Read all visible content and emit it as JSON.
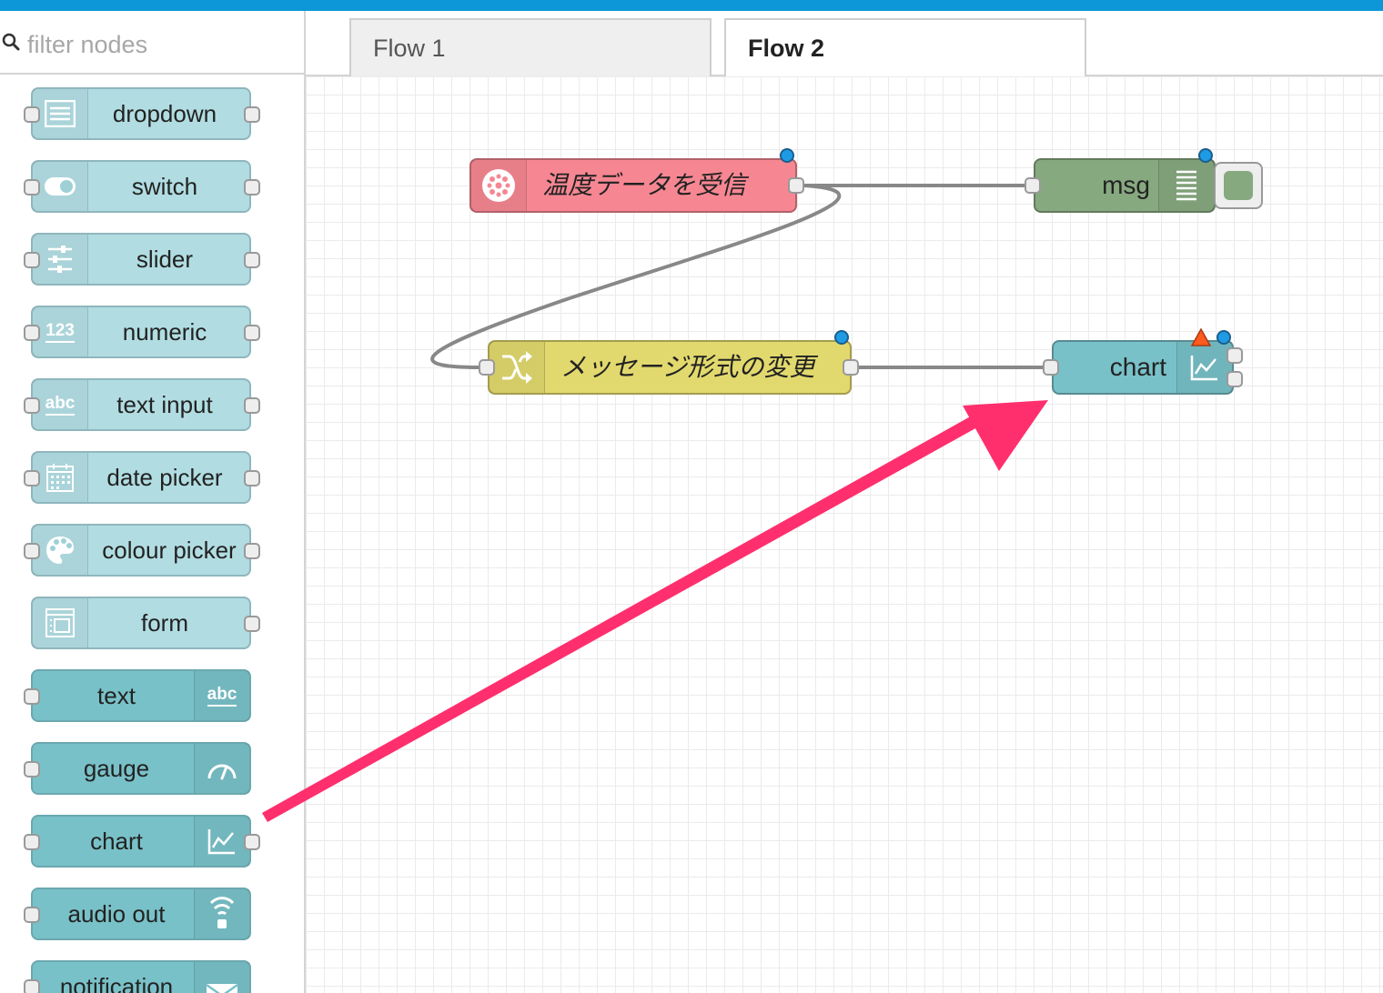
{
  "colors": {
    "top_bar": "#0d97d8",
    "palette_input_node": "#b1dde2",
    "palette_output_node": "#79c1c8",
    "mqtt_node": "#f68792",
    "change_node": "#e2d96e",
    "debug_node": "#87a980",
    "chart_node": "#79c1c8",
    "annotation_arrow": "#ff2f6d",
    "changed_dot": "#1f9be6",
    "warning_triangle": "#ff5a1f"
  },
  "palette": {
    "filter_placeholder": "filter nodes",
    "filter_icon": "search-icon",
    "nodes": [
      {
        "label": "dropdown",
        "icon": "list-icon"
      },
      {
        "label": "switch",
        "icon": "toggle-icon"
      },
      {
        "label": "slider",
        "icon": "sliders-icon"
      },
      {
        "label": "numeric",
        "icon": "numeric-123-icon",
        "icon_text": "123"
      },
      {
        "label": "text input",
        "icon": "abc-icon",
        "icon_text": "abc"
      },
      {
        "label": "date picker",
        "icon": "calendar-icon"
      },
      {
        "label": "colour picker",
        "icon": "palette-icon"
      },
      {
        "label": "form",
        "icon": "form-icon"
      },
      {
        "label": "text",
        "icon": "abc-icon",
        "icon_text": "abc"
      },
      {
        "label": "gauge",
        "icon": "gauge-icon"
      },
      {
        "label": "chart",
        "icon": "line-chart-icon"
      },
      {
        "label": "audio out",
        "icon": "audio-icon"
      },
      {
        "label": "notification",
        "icon": "envelope-icon"
      }
    ]
  },
  "tabs": [
    {
      "label": "Flow 1",
      "active": false
    },
    {
      "label": "Flow 2",
      "active": true
    }
  ],
  "flow": {
    "mqtt_in": {
      "label": "温度データを受信",
      "icon": "mqtt-icon"
    },
    "change": {
      "label": "メッセージ形式の変更",
      "icon": "shuffle-icon"
    },
    "debug": {
      "label": "msg",
      "icon": "debug-list-icon"
    },
    "chart": {
      "label": "chart",
      "icon": "line-chart-icon"
    }
  }
}
